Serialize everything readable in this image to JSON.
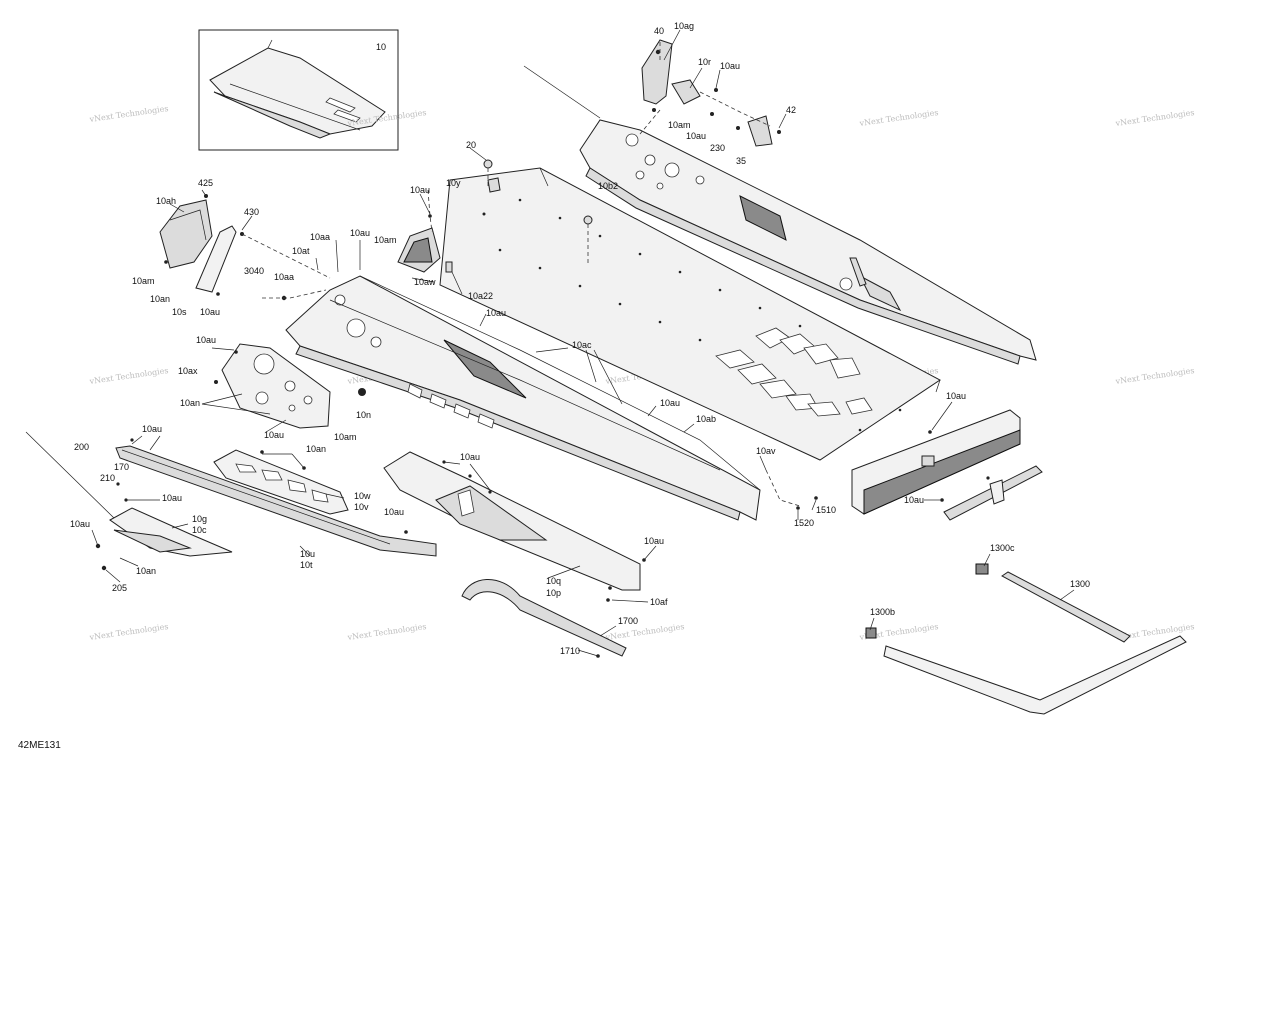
{
  "diagram_id": "42ME131",
  "inset_label": "10",
  "watermark": "vNext Technologies",
  "callouts": [
    {
      "id": "c1",
      "text": "10ag"
    },
    {
      "id": "c2",
      "text": "40"
    },
    {
      "id": "c3",
      "text": "10r"
    },
    {
      "id": "c4",
      "text": "10au"
    },
    {
      "id": "c5",
      "text": "10am"
    },
    {
      "id": "c6",
      "text": "10au"
    },
    {
      "id": "c7",
      "text": "42"
    },
    {
      "id": "c8",
      "text": "230"
    },
    {
      "id": "c9",
      "text": "35"
    },
    {
      "id": "c10",
      "text": "20"
    },
    {
      "id": "c11",
      "text": "10b2"
    },
    {
      "id": "c12",
      "text": "10au"
    },
    {
      "id": "c13",
      "text": "10y"
    },
    {
      "id": "c14",
      "text": "425"
    },
    {
      "id": "c15",
      "text": "10ah"
    },
    {
      "id": "c16",
      "text": "430"
    },
    {
      "id": "c17",
      "text": "10aa"
    },
    {
      "id": "c18",
      "text": "10au"
    },
    {
      "id": "c19",
      "text": "10am"
    },
    {
      "id": "c20",
      "text": "10at"
    },
    {
      "id": "c21",
      "text": "3040"
    },
    {
      "id": "c22",
      "text": "10aa"
    },
    {
      "id": "c23",
      "text": "10aw"
    },
    {
      "id": "c24",
      "text": "10a22"
    },
    {
      "id": "c25",
      "text": "10am"
    },
    {
      "id": "c26",
      "text": "10an"
    },
    {
      "id": "c27",
      "text": "10s"
    },
    {
      "id": "c28",
      "text": "10au"
    },
    {
      "id": "c29",
      "text": "10au"
    },
    {
      "id": "c30",
      "text": "10au"
    },
    {
      "id": "c31",
      "text": "10ax"
    },
    {
      "id": "c32",
      "text": "10ac"
    },
    {
      "id": "c33",
      "text": "10an"
    },
    {
      "id": "c34",
      "text": "10n"
    },
    {
      "id": "c35",
      "text": "10au"
    },
    {
      "id": "c36",
      "text": "10au"
    },
    {
      "id": "c37",
      "text": "10am"
    },
    {
      "id": "c38",
      "text": "10ab"
    },
    {
      "id": "c39",
      "text": "10au"
    },
    {
      "id": "c40",
      "text": "10au"
    },
    {
      "id": "c41",
      "text": "10an"
    },
    {
      "id": "c42",
      "text": "200"
    },
    {
      "id": "c43",
      "text": "10au"
    },
    {
      "id": "c44",
      "text": "10av"
    },
    {
      "id": "c45",
      "text": "170"
    },
    {
      "id": "c46",
      "text": "210"
    },
    {
      "id": "c47",
      "text": "10au"
    },
    {
      "id": "c48",
      "text": "10w"
    },
    {
      "id": "c49",
      "text": "10v"
    },
    {
      "id": "c50",
      "text": "10au"
    },
    {
      "id": "c51",
      "text": "1510"
    },
    {
      "id": "c52",
      "text": "1520"
    },
    {
      "id": "c53",
      "text": "10au"
    },
    {
      "id": "c54",
      "text": "10g"
    },
    {
      "id": "c55",
      "text": "10c"
    },
    {
      "id": "c56",
      "text": "10au"
    },
    {
      "id": "c57",
      "text": "10u"
    },
    {
      "id": "c58",
      "text": "10t"
    },
    {
      "id": "c59",
      "text": "10an"
    },
    {
      "id": "c60",
      "text": "205"
    },
    {
      "id": "c61",
      "text": "10au"
    },
    {
      "id": "c62",
      "text": "1300c"
    },
    {
      "id": "c63",
      "text": "10q"
    },
    {
      "id": "c64",
      "text": "10p"
    },
    {
      "id": "c65",
      "text": "1300"
    },
    {
      "id": "c66",
      "text": "10af"
    },
    {
      "id": "c67",
      "text": "1300b"
    },
    {
      "id": "c68",
      "text": "1700"
    },
    {
      "id": "c69",
      "text": "1710"
    }
  ]
}
